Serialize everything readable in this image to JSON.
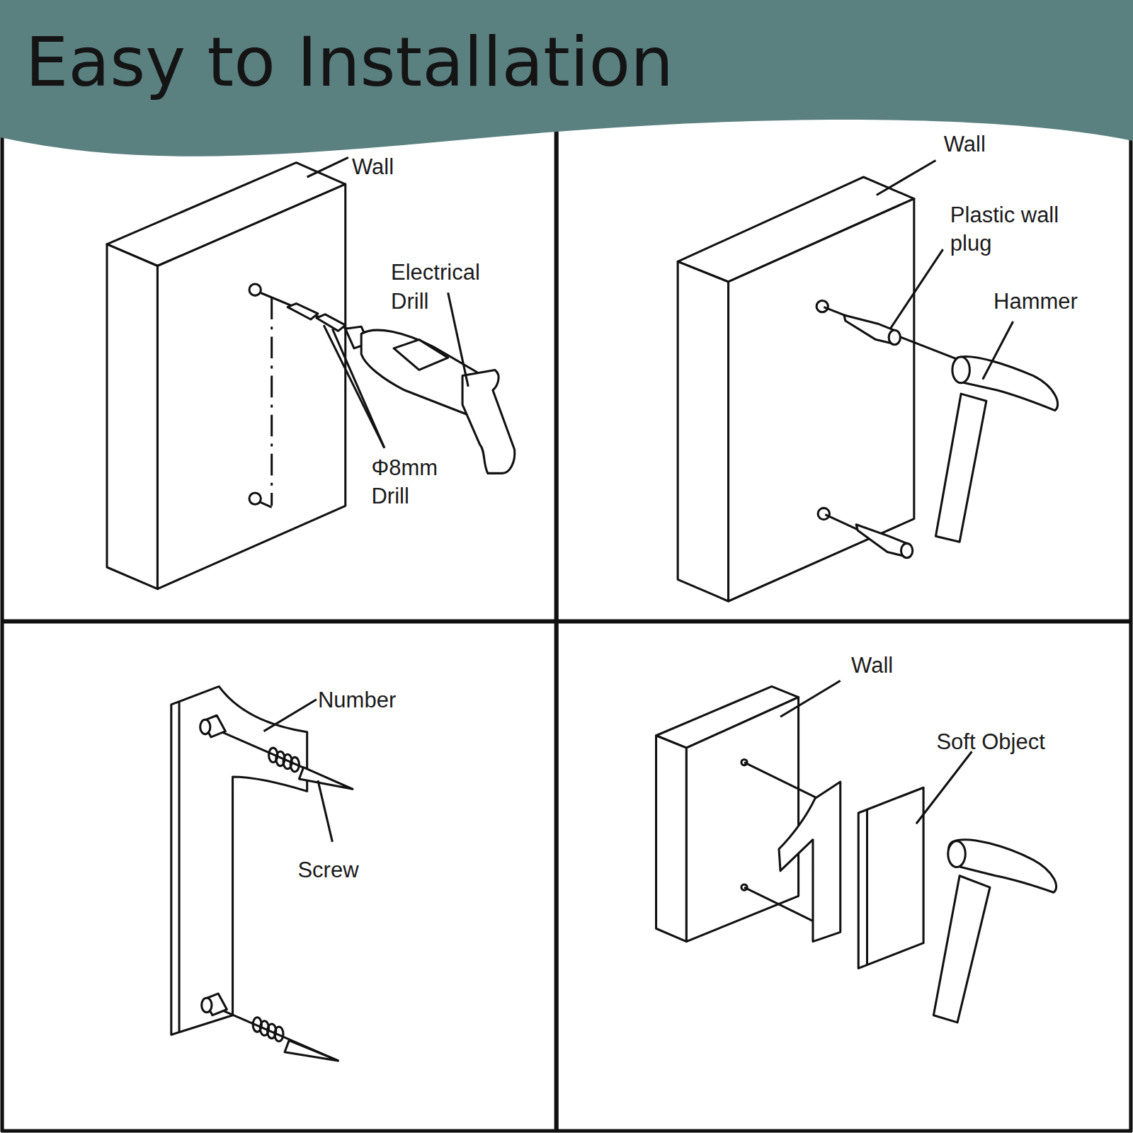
{
  "diagram": {
    "title": "Easy to Installation",
    "labels": [
      "Wall",
      "Electrical Drill",
      "Φ8mm Drill",
      "Wall",
      "Plastic wall plug",
      "Hammer",
      "Number",
      "Screw",
      "Wall",
      "Soft Object"
    ]
  }
}
